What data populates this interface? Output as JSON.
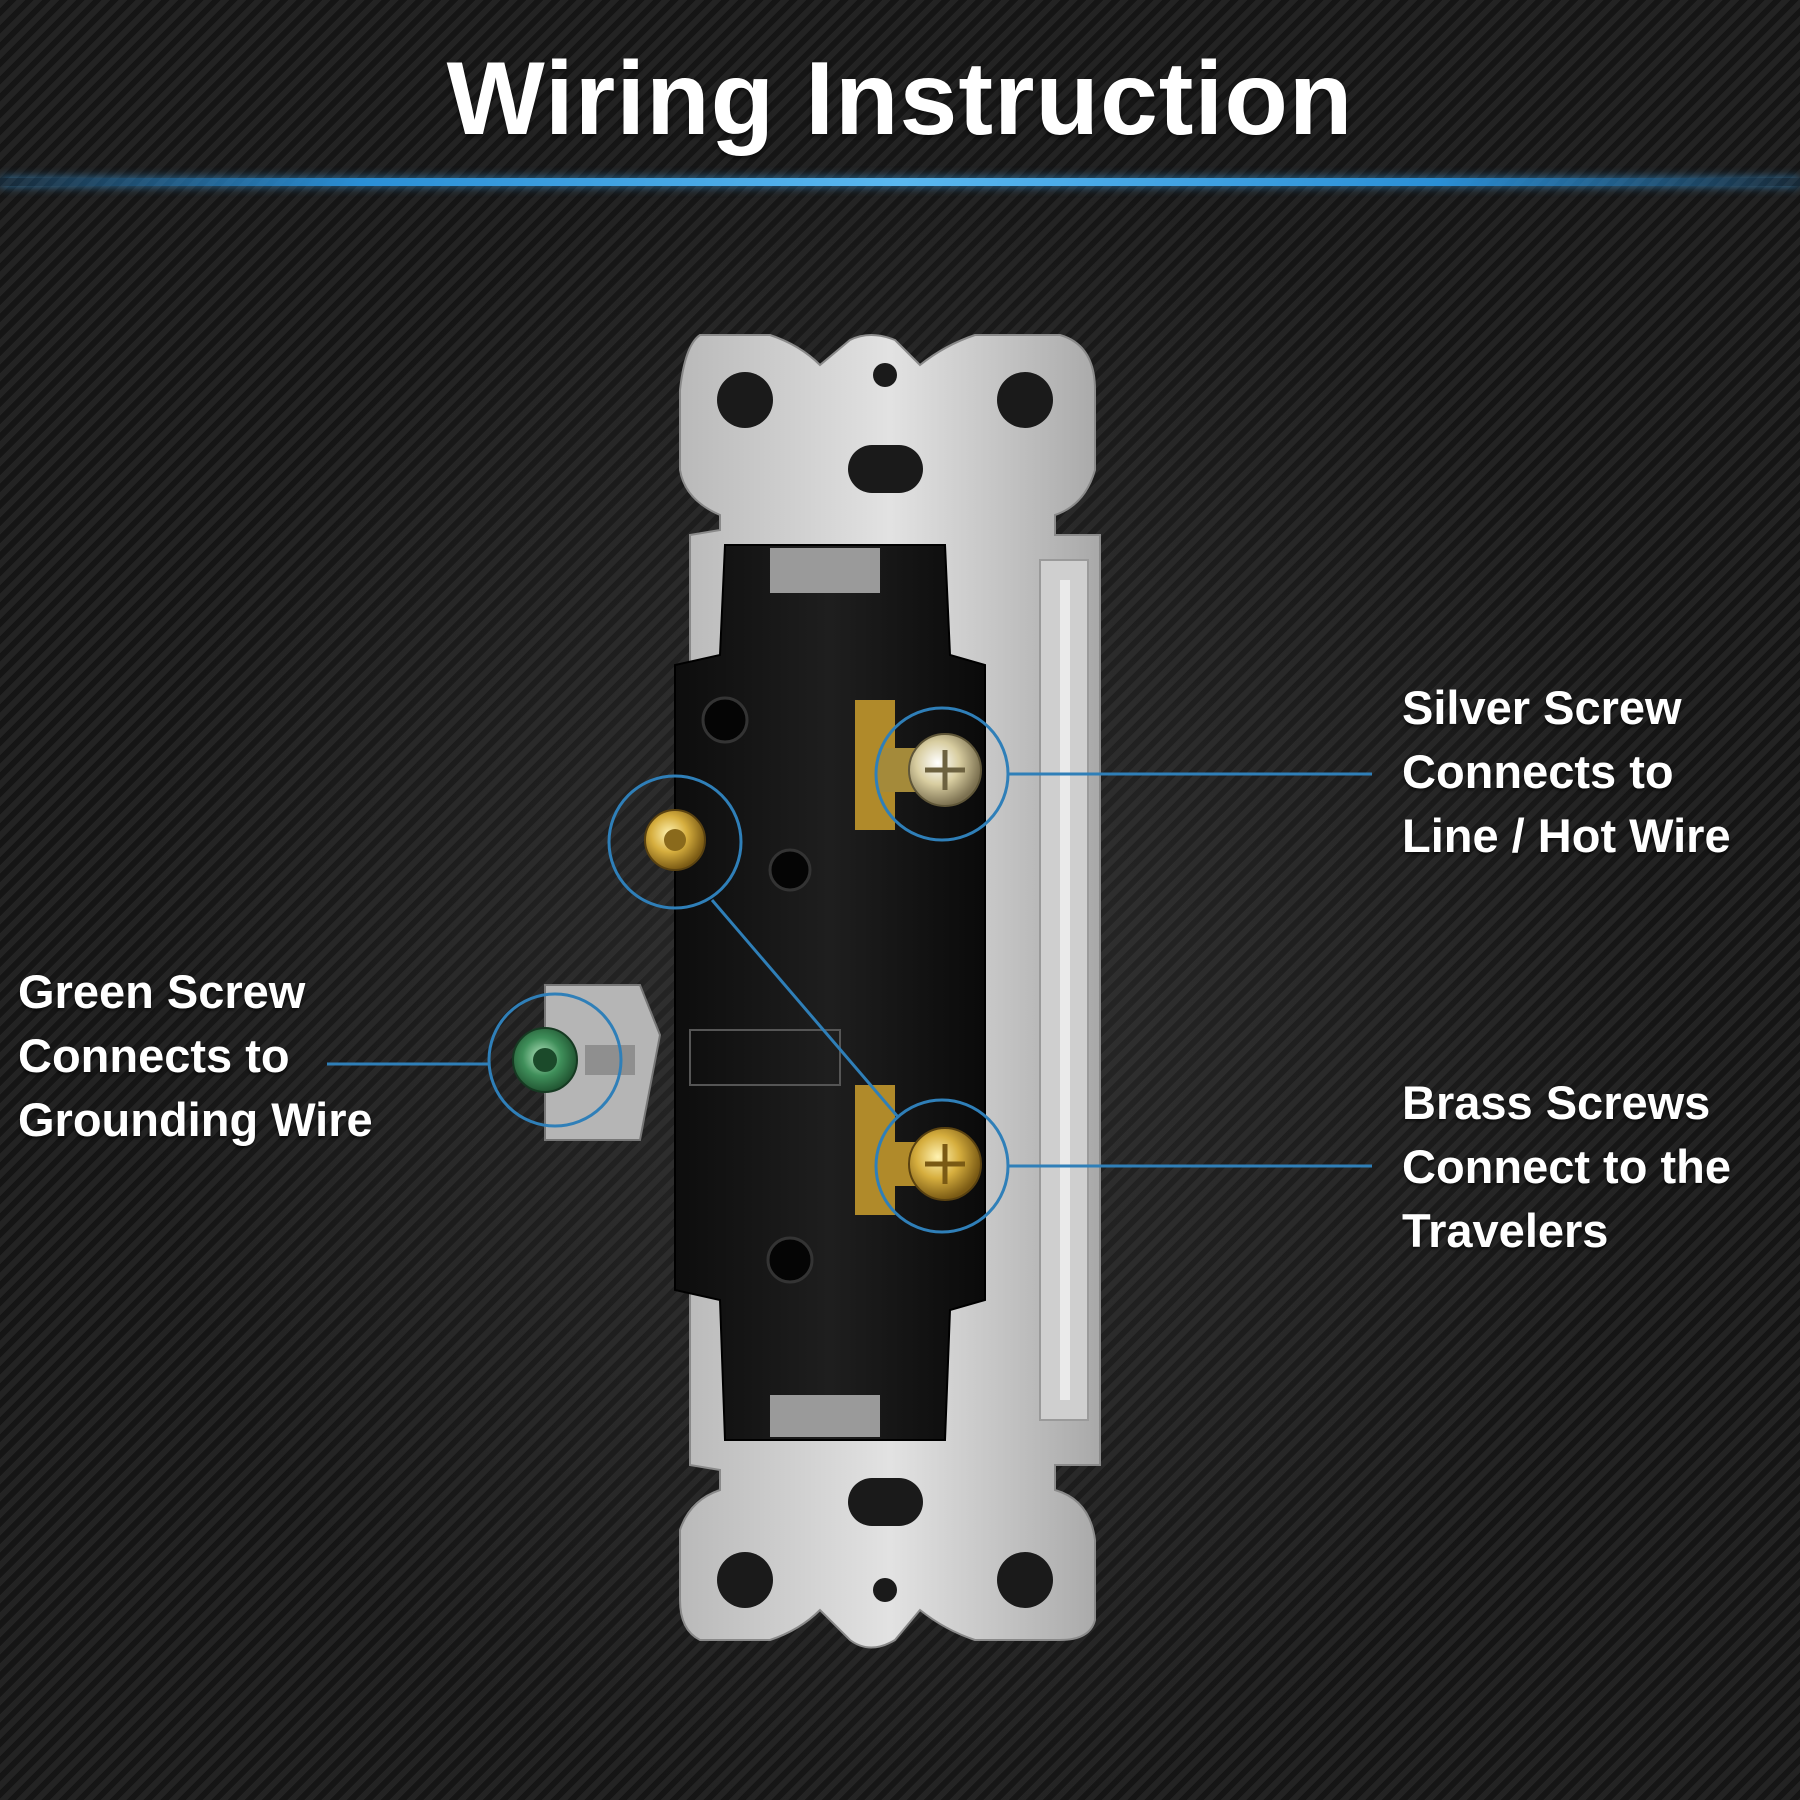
{
  "title": "Wiring Instruction",
  "callouts": {
    "silver": {
      "lines": [
        "Silver Screw",
        "Connects to",
        "Line / Hot Wire"
      ]
    },
    "brass": {
      "lines": [
        "Brass Screws",
        "Connect to the",
        "Travelers"
      ]
    },
    "green": {
      "lines": [
        "Green Screw",
        "Connects to",
        "Grounding Wire"
      ]
    }
  },
  "colors": {
    "accent_line": "#2a8fd6",
    "callout_ring": "#2f7fb8",
    "brass": "#c9a53a",
    "green_screw": "#3f8f5a",
    "silver_screw": "#d9c98f"
  }
}
